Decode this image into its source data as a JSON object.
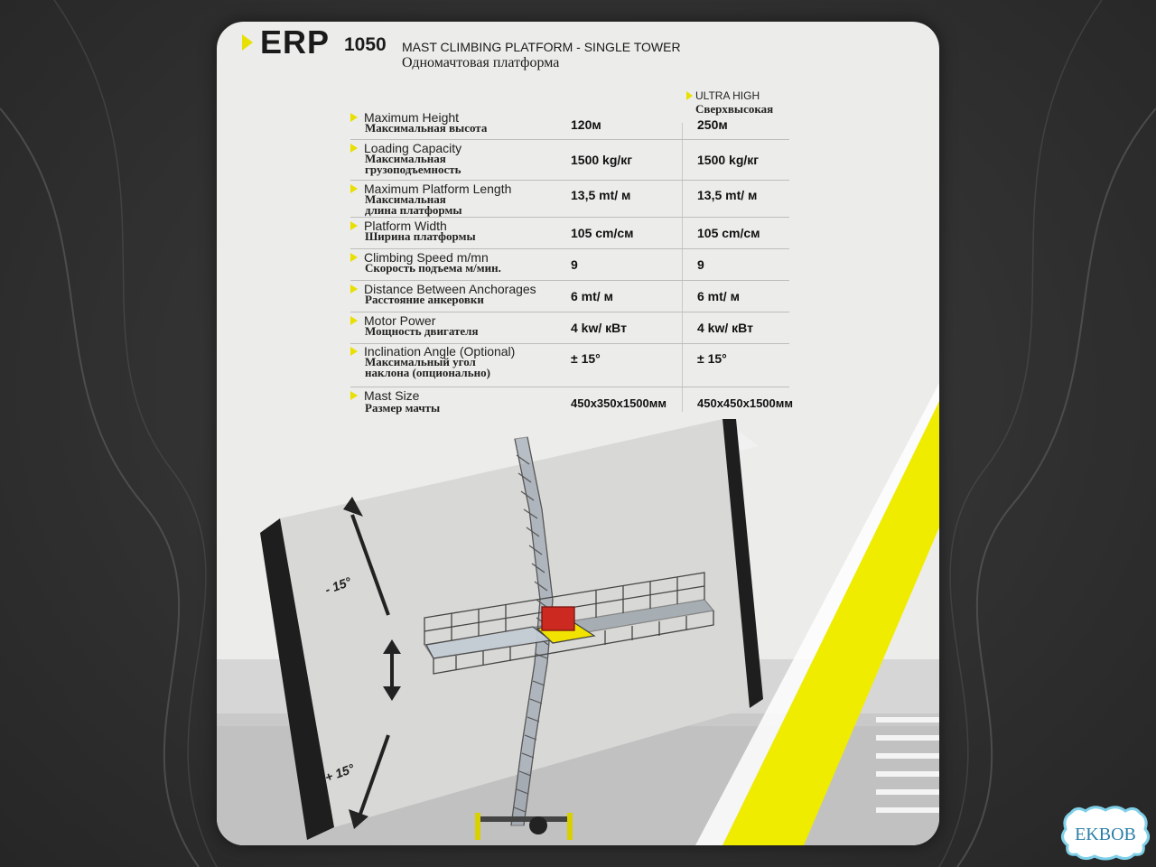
{
  "header": {
    "model": "ERP",
    "model_number": "1050",
    "subtitle": "MAST CLIMBING PLATFORM - SINGLE TOWER",
    "subtitle_ru": "Одномачтовая платформа"
  },
  "column_header": {
    "en": "ULTRA HIGH",
    "ru": "Сверхвысокая"
  },
  "specs": [
    {
      "en": "Maximum Height",
      "ru": "Максимальная высота",
      "standard": "120м",
      "ultra_high": "250м"
    },
    {
      "en": "Loading Capacity",
      "ru": "Максимальная\nгрузоподъемность",
      "standard": "1500 kg/кг",
      "ultra_high": "1500 kg/кг"
    },
    {
      "en": "Maximum Platform Length",
      "ru": "Максимальная\nдлина платформы",
      "standard": "13,5 mt/ м",
      "ultra_high": "13,5 mt/ м"
    },
    {
      "en": "Platform Width",
      "ru": "Ширина платформы",
      "standard": "105 cm/см",
      "ultra_high": "105 cm/см"
    },
    {
      "en": "Climbing Speed m/mn",
      "ru": "Скорость подъема м/мин.",
      "standard": "9",
      "ultra_high": "9"
    },
    {
      "en": "Distance Between Anchorages",
      "ru": "Расстояние анкеровки",
      "standard": "6 mt/ м",
      "ultra_high": "6 mt/ м"
    },
    {
      "en": "Motor Power",
      "ru": "Мощность двигателя",
      "standard": "4 kw/ кВт",
      "ultra_high": "4 kw/ кВт"
    },
    {
      "en": "Inclination Angle (Optional)",
      "ru": "Максимальный угол\nнаклона (опционально)",
      "standard": "± 15°",
      "ultra_high": "± 15°"
    },
    {
      "en": "Mast Size",
      "ru": "Размер мачты",
      "standard": "450x350x1500мм",
      "ultra_high": "450x450x1500мм"
    }
  ],
  "diagram": {
    "angle_top": "- 15°",
    "angle_bottom": "+ 15°"
  },
  "watermark": "EKBOB",
  "colors": {
    "accent_yellow": "#e8e000",
    "background": "#2e2e2e",
    "card": "#ececea"
  }
}
